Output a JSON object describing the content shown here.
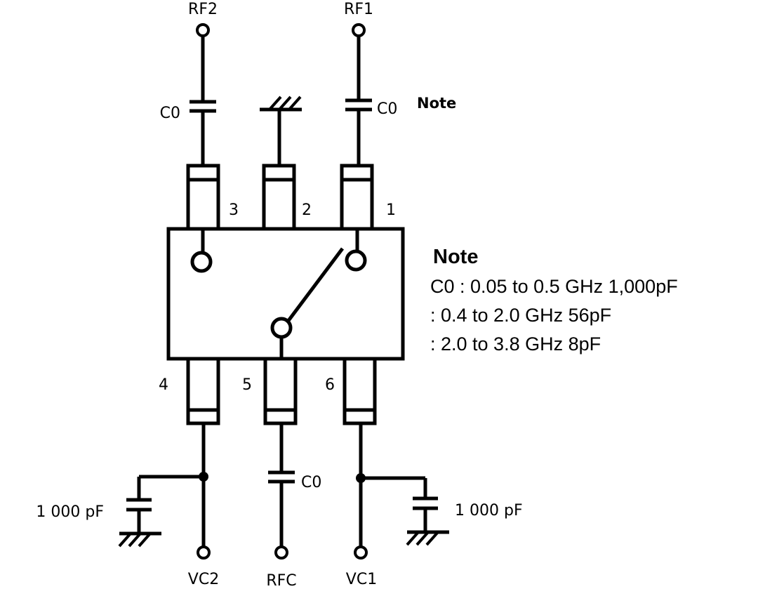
{
  "terminals": {
    "rf2": "RF2",
    "rf1": "RF1",
    "vc2": "VC2",
    "rfc": "RFC",
    "vc1": "VC1"
  },
  "capacitors": {
    "rf2_cap": "C0",
    "rf1_cap": "C0",
    "rfc_cap": "C0",
    "vc2_bypass": "1 000 pF",
    "vc1_bypass": "1 000 pF"
  },
  "pins": {
    "p1": "1",
    "p2": "2",
    "p3": "3",
    "p4": "4",
    "p5": "5",
    "p6": "6"
  },
  "note": {
    "top_label": "Note",
    "title": "Note",
    "line1": "C0 : 0.05 to 0.5 GHz 1,000pF",
    "line2": ": 0.4 to 2.0 GHz 56pF",
    "line3": ": 2.0 to 3.8 GHz 8pF"
  }
}
